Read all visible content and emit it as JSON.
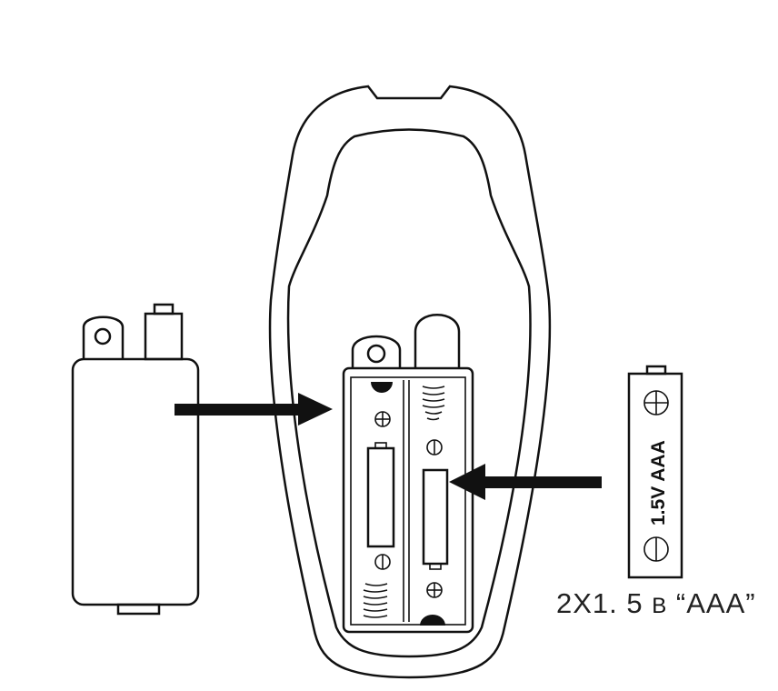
{
  "battery": {
    "label": "1.5V AAA",
    "positive_symbol": "⊕",
    "negative_symbol": "⊖"
  },
  "caption": {
    "count_voltage": "2X1. 5",
    "unit": "B",
    "type": "“AAA”"
  },
  "colors": {
    "line": "#111111",
    "background": "#ffffff"
  }
}
